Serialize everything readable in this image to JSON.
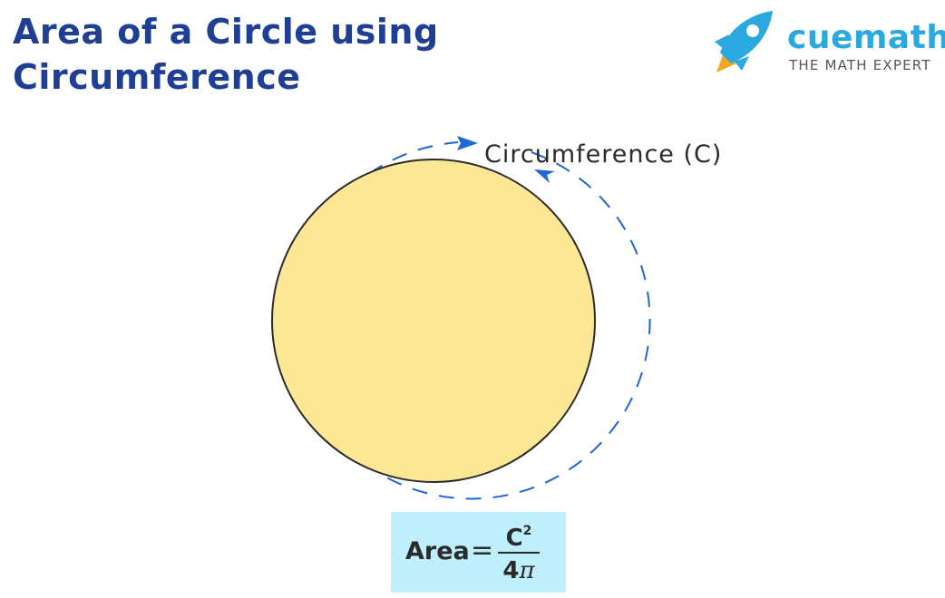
{
  "title": {
    "line1": "Area of a Circle using",
    "line2": "Circumference"
  },
  "logo": {
    "brand": "cuemath",
    "tagline": "THE MATH EXPERT",
    "icon": "rocket-icon"
  },
  "diagram": {
    "circumference_label": "Circumference (C)"
  },
  "formula": {
    "lhs": "Area",
    "equals": "=",
    "numerator_base": "C",
    "numerator_exponent": "2",
    "denominator_coeff": "4",
    "denominator_symbol": "π"
  },
  "colors": {
    "title_text": "#1f3f94",
    "logo_blue": "#2aa8e0",
    "logo_orange": "#f6a623",
    "logo_tagline": "#555555",
    "circle_fill": "#fde795",
    "circle_stroke": "#2b2b2b",
    "dashed_arc": "#1f66d6",
    "label_text": "#2b2b2b",
    "formula_bg": "#bdeffc",
    "formula_text": "#2b2b2b"
  }
}
